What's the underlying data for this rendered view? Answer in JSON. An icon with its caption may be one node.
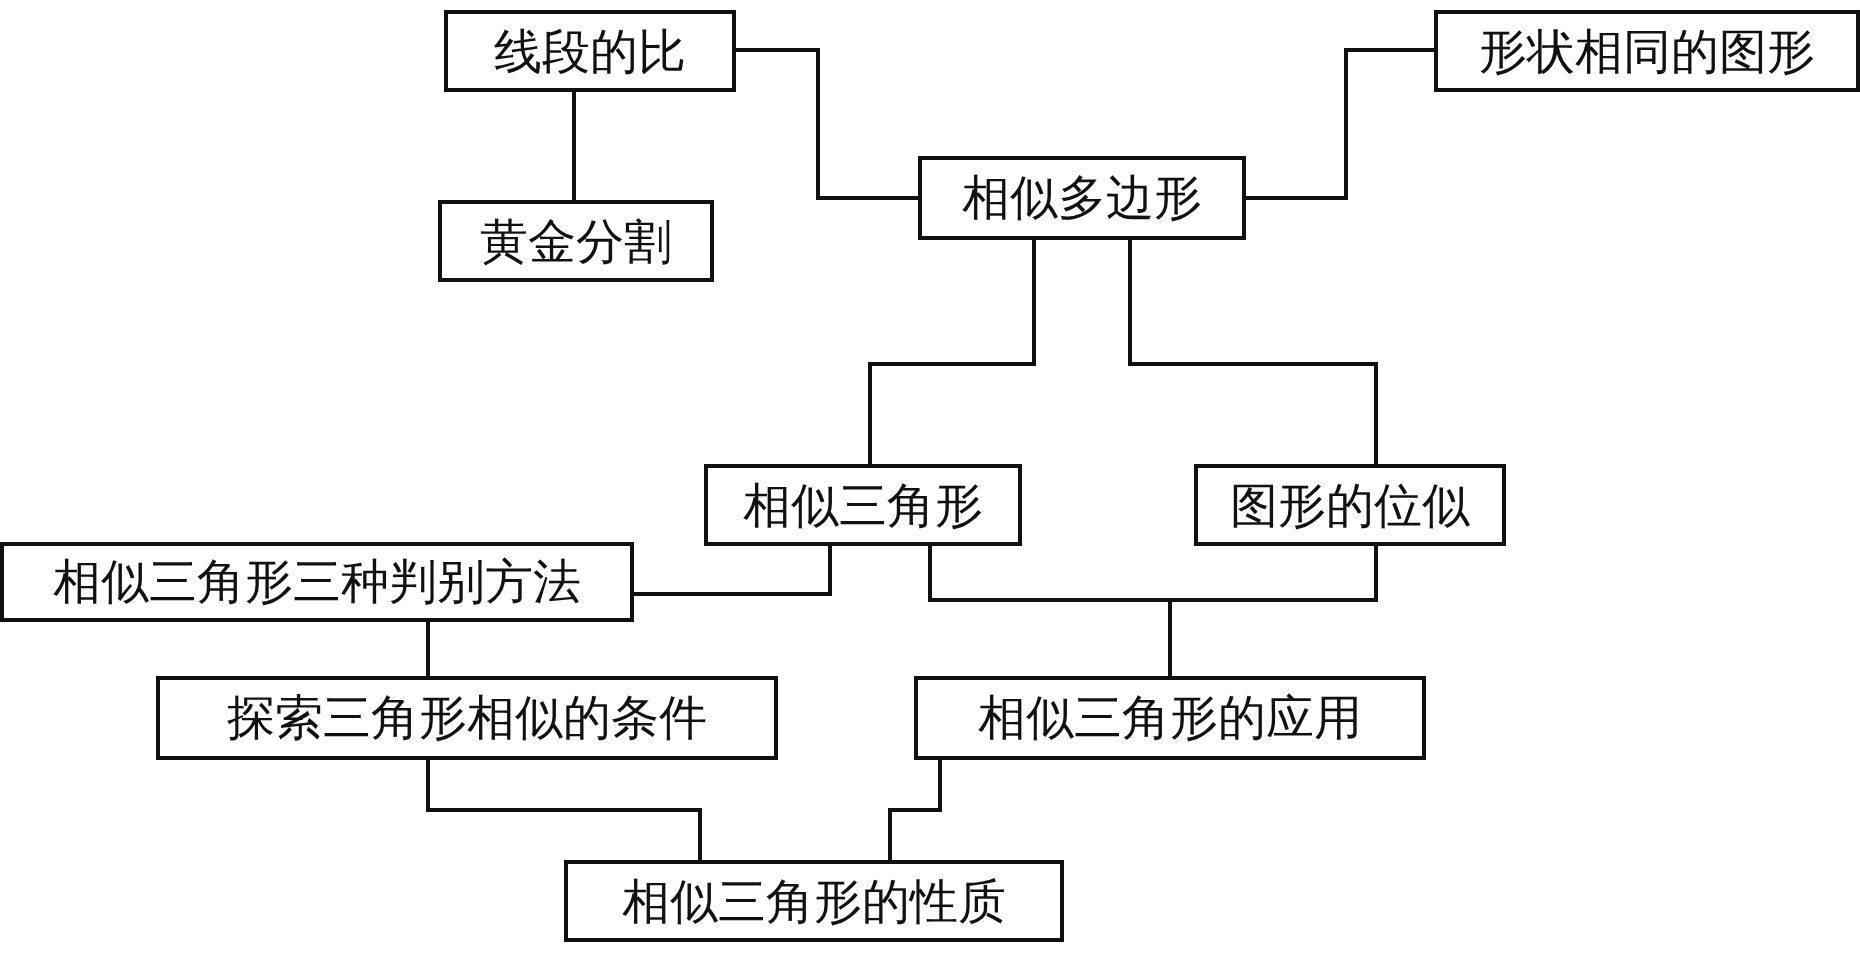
{
  "diagram": {
    "nodes": [
      {
        "text": [
          "线段的比"
        ]
      },
      {
        "text": [
          "形状相同的图形"
        ]
      },
      {
        "text": [
          "相似多边形"
        ]
      },
      {
        "text": [
          "黄金分割"
        ]
      },
      {
        "text": [
          "相似三角形"
        ]
      },
      {
        "text": [
          "图形的位似"
        ]
      },
      {
        "text": [
          "相似三角形三种判别方法"
        ]
      },
      {
        "text": [
          "探索三角形相似的条件"
        ]
      },
      {
        "text": [
          "相似三角形的应用"
        ]
      },
      {
        "text": [
          "相似三角形的性质"
        ]
      }
    ],
    "edges": [
      {
        "from": 0,
        "to": 2,
        "arrow": "none"
      },
      {
        "from": 0,
        "to": 3,
        "arrow": "none"
      },
      {
        "from": 1,
        "to": 2,
        "arrow": "none"
      },
      {
        "from": 2,
        "to": 4,
        "arrow": "none"
      },
      {
        "from": 2,
        "to": 5,
        "arrow": "none"
      },
      {
        "from": 4,
        "to": 6,
        "arrow": "none"
      },
      {
        "from": 6,
        "to": 7,
        "arrow": "none"
      },
      {
        "from": 4,
        "to": 8,
        "arrow": "none"
      },
      {
        "from": 5,
        "to": 8,
        "arrow": "none"
      },
      {
        "from": 7,
        "to": 9,
        "arrow": "none"
      },
      {
        "from": 8,
        "to": 9,
        "arrow": "none"
      }
    ]
  }
}
